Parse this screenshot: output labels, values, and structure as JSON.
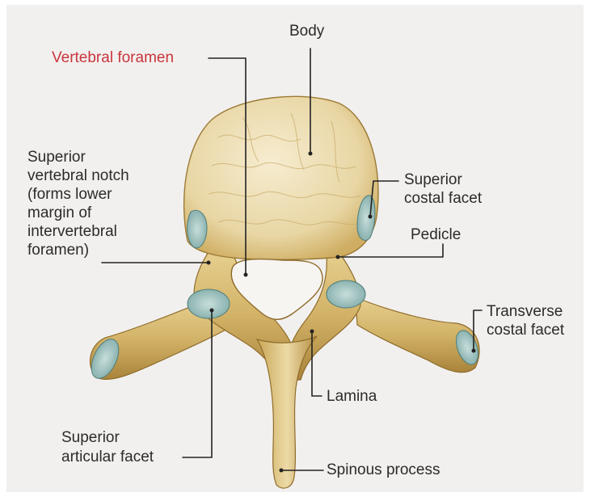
{
  "labels": {
    "body": "Body",
    "vertebral_foramen": "Vertebral foramen",
    "superior_vertebral_notch": "Superior\nvertebral notch\n(forms lower\nmargin of\nintervertebral\nforamen)",
    "superior_costal_facet": "Superior\ncostal facet",
    "pedicle": "Pedicle",
    "transverse_costal_facet": "Transverse\ncostal facet",
    "lamina": "Lamina",
    "superior_articular_facet": "Superior\narticular facet",
    "spinous_process": "Spinous process"
  },
  "colors": {
    "accent": "#c8353d",
    "label_text": "#2b2b2b",
    "bone_light": "#efe3bf",
    "bone_mid": "#d9bd78",
    "bone_dark": "#a27e34",
    "facet": "#9cc4c2",
    "background": "#f2f0ee"
  }
}
